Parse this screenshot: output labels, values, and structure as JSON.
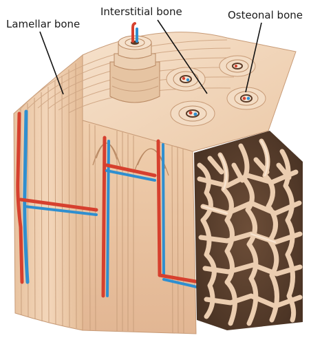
{
  "labels": {
    "lamellar": "Lamellar bone",
    "interstitial": "Interstitial bone",
    "osteonal": "Osteonal bone"
  },
  "colors": {
    "bone_light": "#f2d7bd",
    "bone_mid": "#e2b995",
    "bone_dark": "#b98963",
    "artery": "#d6402e",
    "vein": "#2f8fd0",
    "spongy": "#e8c8a6",
    "leader": "#111111"
  }
}
